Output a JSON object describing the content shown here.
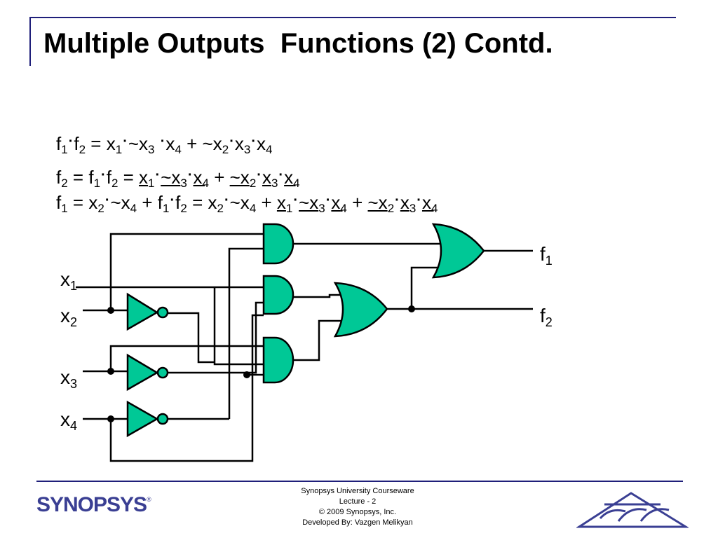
{
  "slide": {
    "title": "Multiple Outputs  Functions (2) Contd."
  },
  "equations": {
    "eq1": {
      "t0": "f",
      "s0": "1",
      "t1": "f",
      "s1": "2",
      "t2": " = x",
      "s2": "1",
      "t3": "~x",
      "s3": "3",
      "t4": " ",
      "t5": "x",
      "s5": "4",
      "t6": " + ~x",
      "s6": "2",
      "t7": "x",
      "s7": "3",
      "t8": "x",
      "s8": "4"
    },
    "eq2": {
      "t0": "f",
      "s0": "2",
      "t1": "  = f",
      "s1": "1",
      "t2": "f",
      "s2": "2",
      "t3": " = ",
      "u1": "x",
      "us1": "1",
      "u2": "~x",
      "us2": "3",
      "u3": "x",
      "us3": "4",
      "t4": " + ",
      "u4": "~x",
      "us4": "2",
      "u5": "x",
      "us5": "3",
      "u6": "x",
      "us6": "4"
    },
    "eq3": {
      "t0": "f",
      "s0": "1",
      "t1": " = x",
      "s1": "2",
      "t2": "~x",
      "s2": "4",
      "t3": " + f",
      "s3": "1",
      "t4": "f",
      "s4": "2",
      "t5": " = x",
      "s5": "2",
      "t6": "~x",
      "s6": "4",
      "t7": " + ",
      "u1": "x",
      "us1": "1",
      "u2": "~x",
      "us2": "3",
      "u3": "x",
      "us3": "4",
      "t8": " + ",
      "u4": "~x",
      "us4": "2",
      "u5": "x",
      "us5": "3",
      "u6": "x",
      "us6": "4"
    }
  },
  "circuit": {
    "inputs": [
      {
        "name": "x",
        "sub": "1"
      },
      {
        "name": "x",
        "sub": "2"
      },
      {
        "name": "x",
        "sub": "3"
      },
      {
        "name": "x",
        "sub": "4"
      }
    ],
    "outputs": [
      {
        "name": "f",
        "sub": "1"
      },
      {
        "name": "f",
        "sub": "2"
      }
    ],
    "gate_fill": "#00c896",
    "wire_color": "#000000"
  },
  "footer": {
    "logo": "SYNOPSYS",
    "logo_mark": "®",
    "line1": "Synopsys University Courseware",
    "line2": "Lecture  - 2",
    "line3": "© 2009 Synopsys, Inc.",
    "line4": "Developed By: Vazgen Melikyan"
  },
  "colors": {
    "accent": "#1f1f7a",
    "logo": "#3a3f93",
    "emblem": "#3a3f93"
  }
}
